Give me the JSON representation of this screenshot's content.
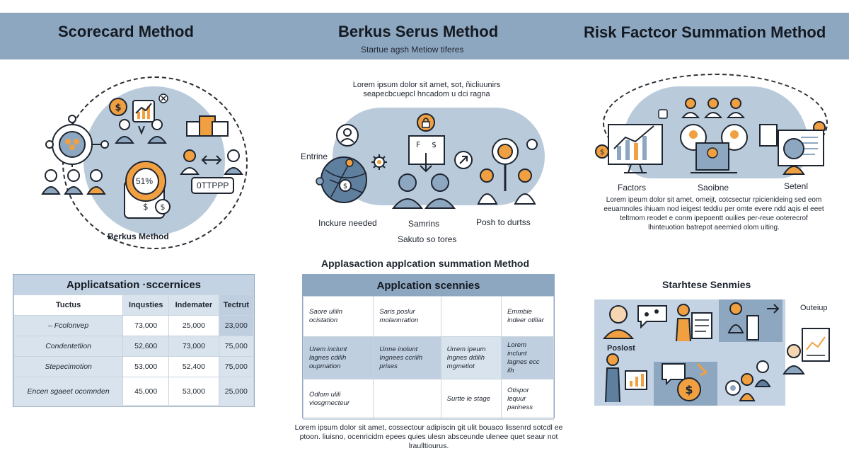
{
  "header": {
    "col1_title": "Scorecard Method",
    "col2_title": "Berkus Serus Method",
    "col2_subtitle": "Startue agsh Metiow tiferes",
    "col3_title": "Risk Factcor Summation Method"
  },
  "scorecard": {
    "icon_text_percent": "51%",
    "icon_text_bubble": "0TTPPP",
    "caption": "Berkus Method"
  },
  "berkus": {
    "intro": "Lorem ipsum dolor sit amet, sot, ñicliuunirs seapecbcuepcl hncadom u dci ragna",
    "label_entrine": "Entrine",
    "label_inckure": "Inckure needed",
    "label_samrins": "Samrins",
    "label_posh": "Posh to durtss",
    "label_sakuto": "Sakuto so tores"
  },
  "risk": {
    "label_factors": "Factors",
    "label_saoibne": "Saoibne",
    "label_setenl": "Setenl",
    "paragraph": "Lorem ipeum dolor sit amet, omeijt, cotcsectur rpicienideing sed eom eeuamnoles ihiuam nod ieigest teddiu per omte evere ndd aqis el eeet teltmom reodet e conm ipepoentt ouilies per-reue ooterecrof lhinteuotion batrepot aeemied olom uiting."
  },
  "table1": {
    "title": "Applicatsation ·sccernices",
    "headers": [
      "Tuctus",
      "Inqusties",
      "Indemater",
      "Tectrut"
    ],
    "rows": [
      [
        "– Fcolonvep",
        "73,000",
        "25,000",
        "23,000"
      ],
      [
        "Condentetlion",
        "52,600",
        "73,000",
        "75,000"
      ],
      [
        "Stepecimotion",
        "53,000",
        "52,400",
        "75,000"
      ],
      [
        "Encen sgaeet ocomnden",
        "45,000",
        "53,000",
        "25,000"
      ]
    ]
  },
  "table2": {
    "heading": "Applasaction applcation summation Method",
    "title": "Applcation scennies",
    "rows": [
      [
        "Saore ulilin ocistation",
        "Saris poslur molannration",
        "",
        "Emmbie indeer otiliar"
      ],
      [
        "Urem inclunt lagnes cdilih oupmation",
        "Urme inolunt Ingnees ccrilih prises",
        "Urrem ipeum Ingnes ddilih mgmetiot",
        "Lorem inclunt lagnes ecc ilh"
      ],
      [
        "Odlom ulili viosgrnecteur",
        "",
        "Surtte le stage",
        "Otispor lequur pariness"
      ]
    ],
    "footer": "Lorem ipsum dolor sit amet, cossectour adipiscin git ulit bouaco lissenrd sotcdl ee ptoon. liuisno, ocenricidm epees quies ulesn absceunde ulenee quet seaur not lraulltiourus."
  },
  "scenarios": {
    "title": "Starhtese Senmies",
    "label_outeup": "Outeiup",
    "label_poslost": "Poslost"
  },
  "colors": {
    "header_band": "#8ea7c1",
    "accent_orange": "#f0a040",
    "blob_blue": "#b9cbdb",
    "table_header": "#c3d3e3"
  }
}
